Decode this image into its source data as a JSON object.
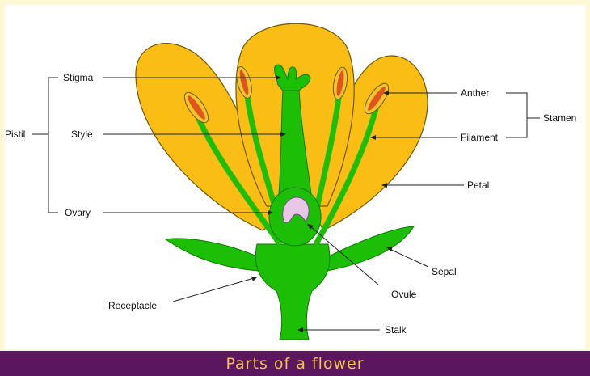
{
  "title": "Parts of a flower",
  "labels": {
    "stigma": "Stigma",
    "style": "Style",
    "pistil": "Pistil",
    "ovary": "Ovary",
    "anther": "Anther",
    "filament": "Filament",
    "stamen": "Stamen",
    "petal": "Petal",
    "sepal": "Sepal",
    "ovule": "Ovule",
    "receptacle": "Receptacle",
    "stalk": "Stalk"
  },
  "colors": {
    "petal": "#f9bd14",
    "green": "#1dbf06",
    "anther_outer": "#f2c430",
    "anther_inner": "#e0561a",
    "ovule": "#e7c7e6",
    "footer_bg": "#5b1660",
    "footer_text": "#f2c54a",
    "frame": "#fdf9d6"
  }
}
